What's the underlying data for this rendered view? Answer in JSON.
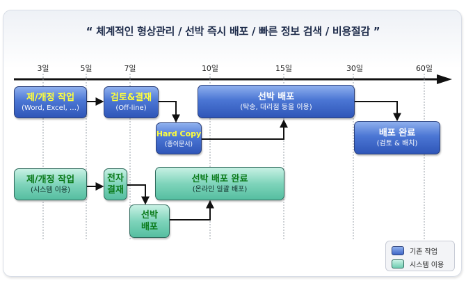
{
  "title": "“ 체계적인 형상관리 / 선박 즉시 배포 / 빠른 정보 검색 / 비용절감 ”",
  "timeline": {
    "ticks": [
      "3일",
      "5일",
      "7일",
      "10일",
      "15일",
      "30일",
      "60일"
    ]
  },
  "existing": {
    "draft": {
      "title": "제/개정 작업",
      "sub": "(Word, Excel, …)"
    },
    "review": {
      "title": "검토&결재",
      "sub": "(Off-line)"
    },
    "hardcopy": {
      "title": "Hard Copy",
      "sub": "(종이문서)"
    },
    "ship_dist": {
      "title": "선박 배포",
      "sub": "(탁송, 대리점 등을 이용)"
    },
    "done": {
      "title": "배포 완료",
      "sub": "(검토 & 배치)"
    }
  },
  "system": {
    "draft": {
      "title": "제/개정 작업",
      "sub": "(시스템 이용)"
    },
    "approval": {
      "line1": "전자",
      "line2": "결재"
    },
    "ship_dist": {
      "line1": "선박",
      "line2": "배포"
    },
    "done": {
      "title": "선박 배포 완료",
      "sub": "(온라인 일괄 배포)"
    }
  },
  "legend": {
    "existing": "기존 작업",
    "system": "시스템 이용",
    "existing_color": "#3f66c6",
    "system_color": "#6fcdb2"
  }
}
